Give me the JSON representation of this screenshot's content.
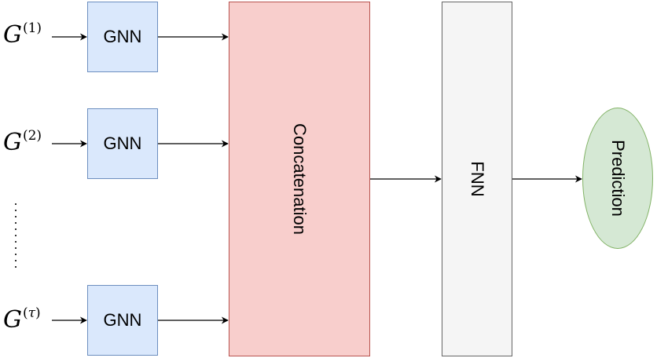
{
  "inputs": [
    {
      "base": "G",
      "superscript": "(1)",
      "block": "GNN"
    },
    {
      "base": "G",
      "superscript": "(2)",
      "block": "GNN"
    },
    {
      "base": "G",
      "superscript": "(τ)",
      "block": "GNN"
    }
  ],
  "concat_label": "Concatenation",
  "fnn_label": "FNN",
  "output_label": "Prediction",
  "colors": {
    "gnn_fill": "#dae8fc",
    "gnn_stroke": "#6c8ebf",
    "concat_fill": "#f8cecc",
    "concat_stroke": "#b85450",
    "fnn_fill": "#f5f5f5",
    "fnn_stroke": "#666666",
    "pred_fill": "#d5e8d4",
    "pred_stroke": "#82b366"
  }
}
